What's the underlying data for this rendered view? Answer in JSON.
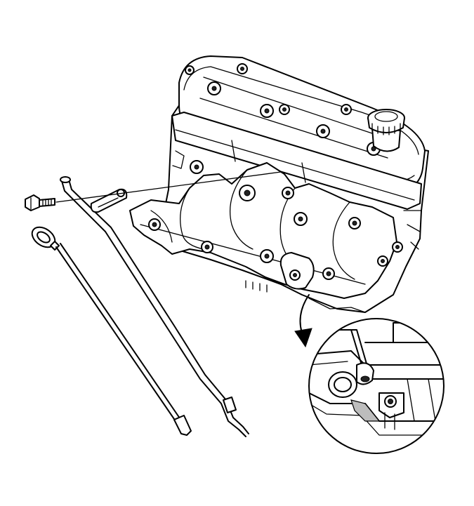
{
  "figure": {
    "type": "technical-line-drawing",
    "parts": [
      "engine-block",
      "valve-cover",
      "oil-fill-cap",
      "exhaust-manifold",
      "oil-level-indicator",
      "oil-level-indicator-tube",
      "bracket",
      "bolt",
      "detail-view-circle",
      "callout-arrow"
    ],
    "colors": {
      "line": "#000000",
      "background": "#ffffff",
      "shade": "#bdbdbd"
    }
  }
}
